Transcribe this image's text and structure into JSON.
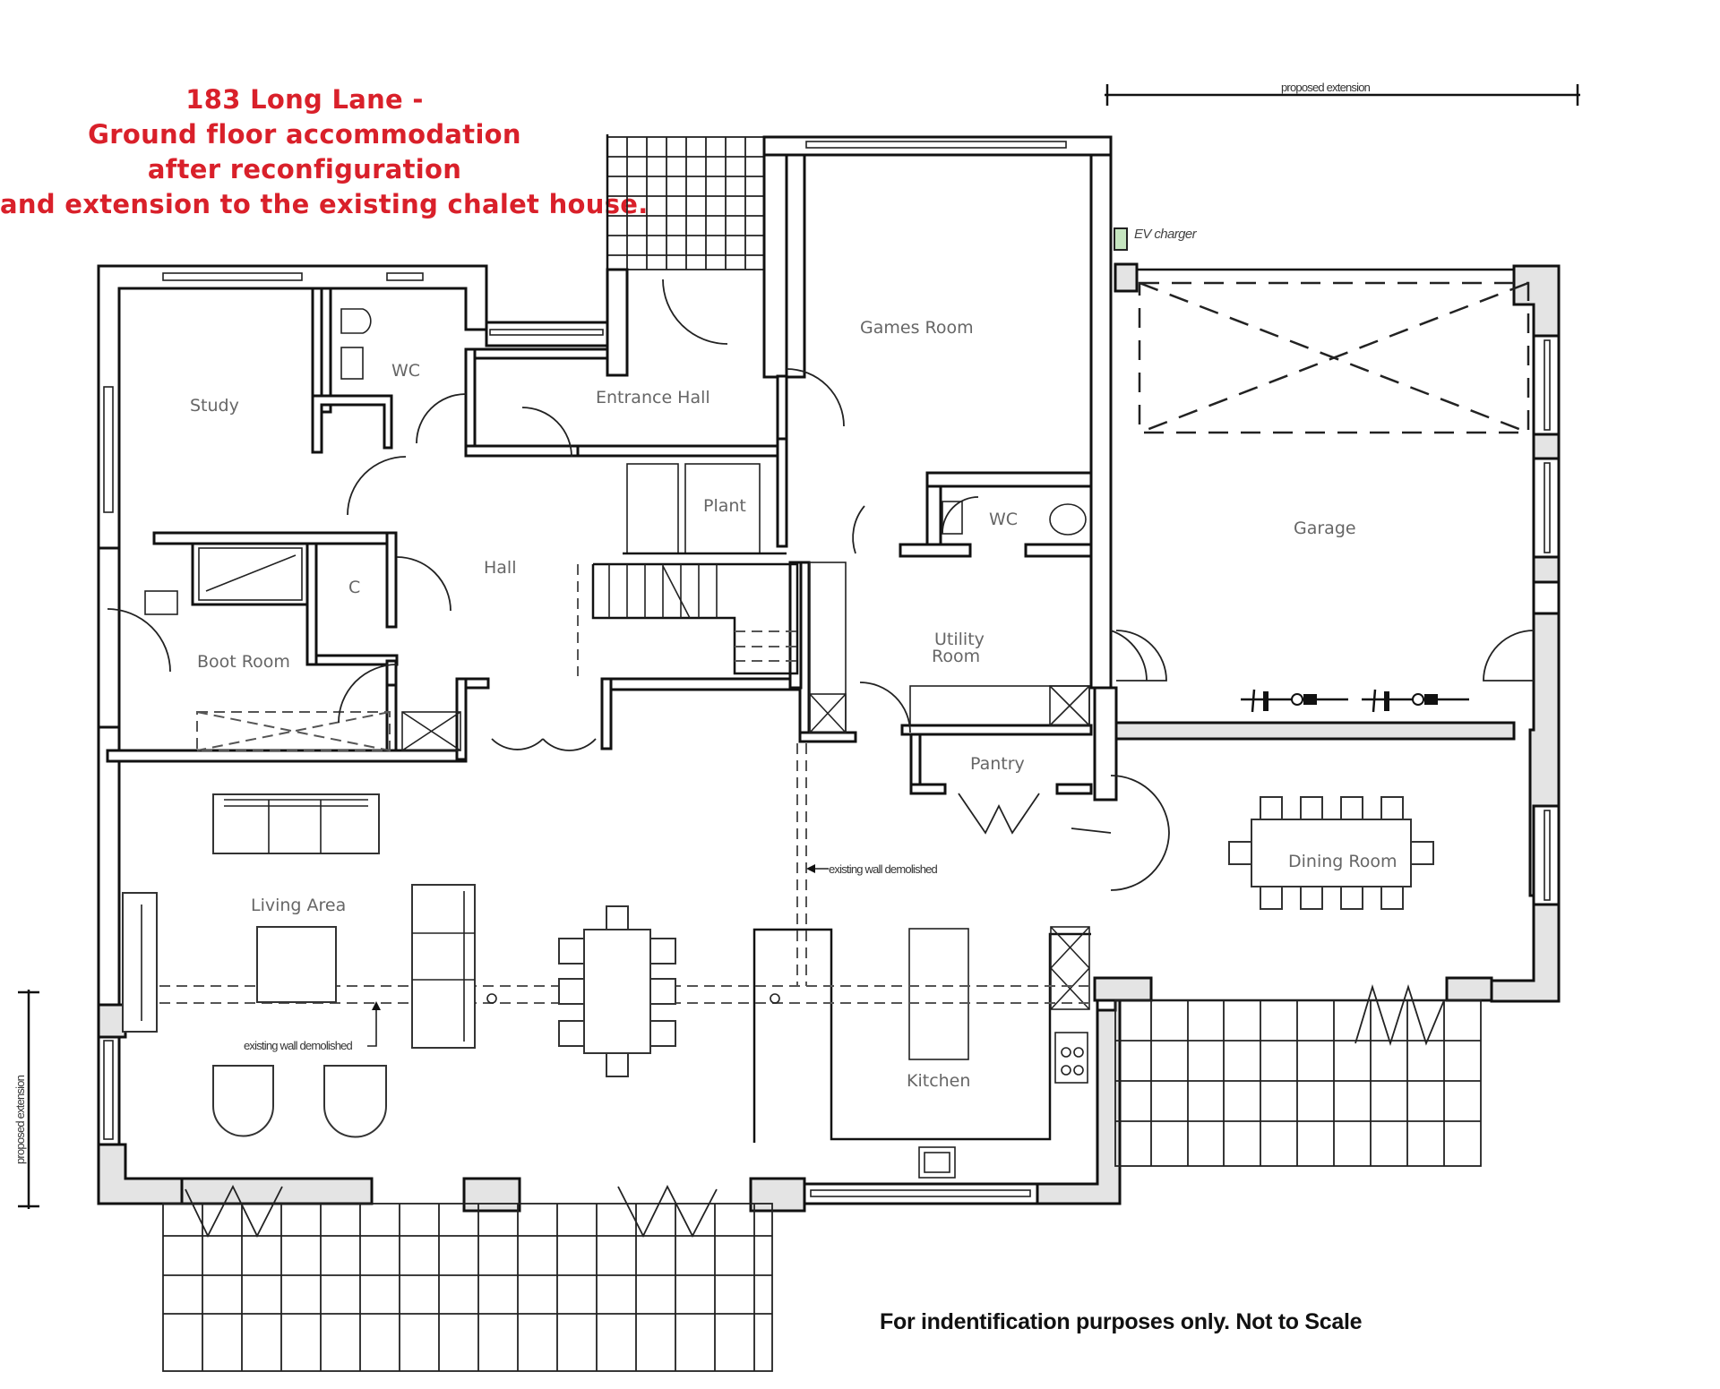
{
  "title": {
    "lines": [
      "183 Long Lane -",
      "Ground floor accommodation",
      "after reconfiguration",
      "and extension to the existing chalet house."
    ],
    "color": "#d9202a"
  },
  "footer_note": "For indentification purposes only. Not to Scale",
  "annotations": {
    "proposed_extension_top": "proposed extension",
    "proposed_extension_left": "proposed extension",
    "ev_charger": "EV charger",
    "existing_wall_demolished_kitchen": "existing wall demolished",
    "existing_wall_demolished_living": "existing wall demolished"
  },
  "rooms": {
    "study": "Study",
    "wc_front": "WC",
    "entrance_hall": "Entrance Hall",
    "games_room": "Games Room",
    "garage": "Garage",
    "plant": "Plant",
    "wc_utility": "WC",
    "hall": "Hall",
    "cupboard": "C",
    "boot_room": "Boot Room",
    "utility_room_line1": "Utility",
    "utility_room_line2": "Room",
    "pantry": "Pantry",
    "dining_room": "Dining Room",
    "living_area": "Living Area",
    "kitchen": "Kitchen"
  },
  "colors": {
    "wall_fill": "#e4e4e4",
    "line": "#111111",
    "room_label": "#666666",
    "ev_charger_fill": "#c6e6c0"
  }
}
